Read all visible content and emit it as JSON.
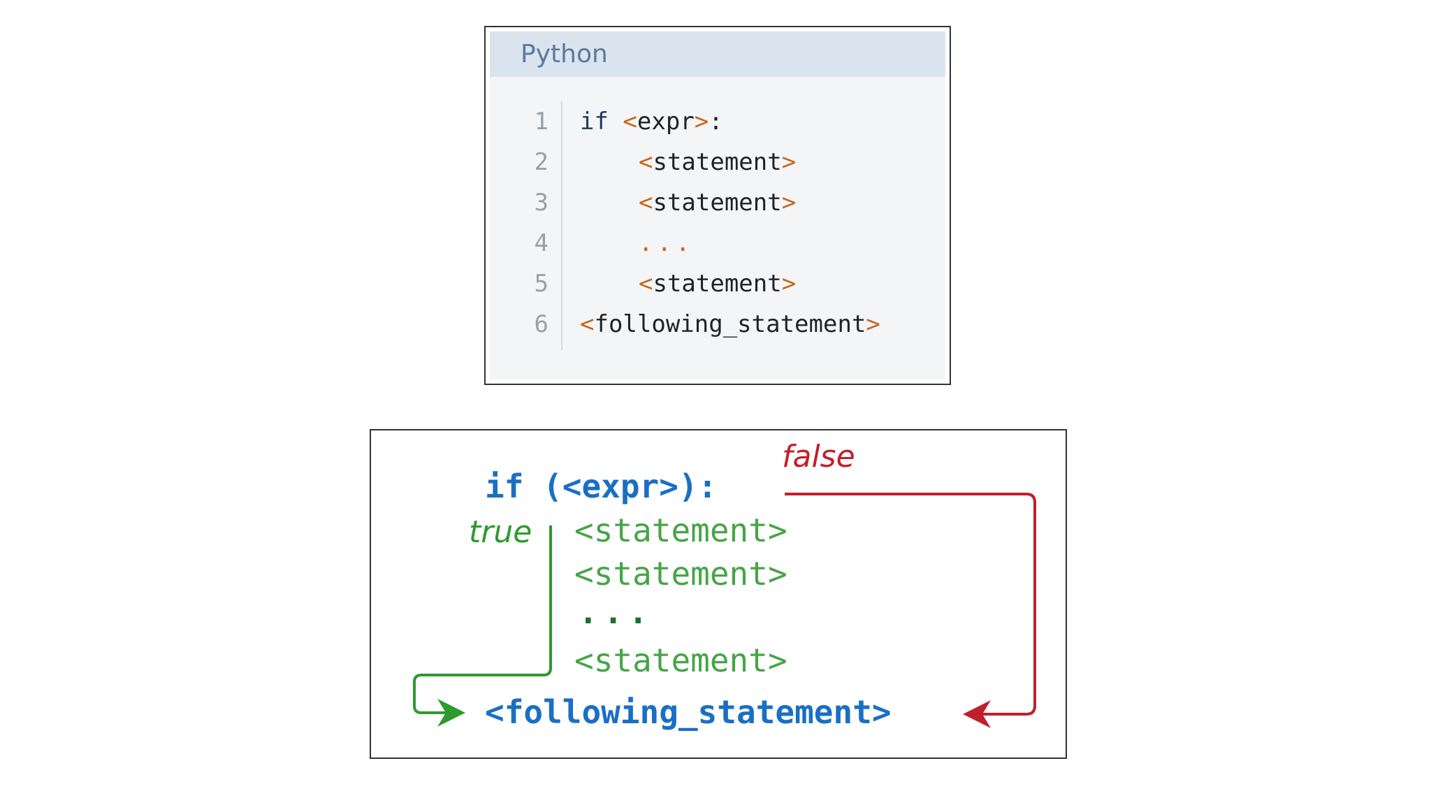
{
  "code_block": {
    "language_label": "Python",
    "lines": [
      {
        "number": "1",
        "parts": {
          "keyword": "if ",
          "open": "<",
          "name": "expr",
          "close": ">",
          "suffix": ":"
        }
      },
      {
        "number": "2",
        "parts": {
          "open": "<",
          "name": "statement",
          "close": ">"
        }
      },
      {
        "number": "3",
        "parts": {
          "open": "<",
          "name": "statement",
          "close": ">"
        }
      },
      {
        "number": "4",
        "parts": {
          "dots": "..."
        }
      },
      {
        "number": "5",
        "parts": {
          "open": "<",
          "name": "statement",
          "close": ">"
        }
      },
      {
        "number": "6",
        "parts": {
          "open": "<",
          "name": "following_statement",
          "close": ">"
        }
      }
    ]
  },
  "flow_diagram": {
    "condition_line": "if (<expr>):",
    "body_lines": [
      "<statement>",
      "<statement>",
      "...",
      "<statement>"
    ],
    "following_line": "<following_statement>",
    "true_label": "true",
    "false_label": "false",
    "colors": {
      "condition": "#1a6fc4",
      "body": "#46a546",
      "true_path": "#2e9a2e",
      "false_path": "#c0202a"
    }
  }
}
